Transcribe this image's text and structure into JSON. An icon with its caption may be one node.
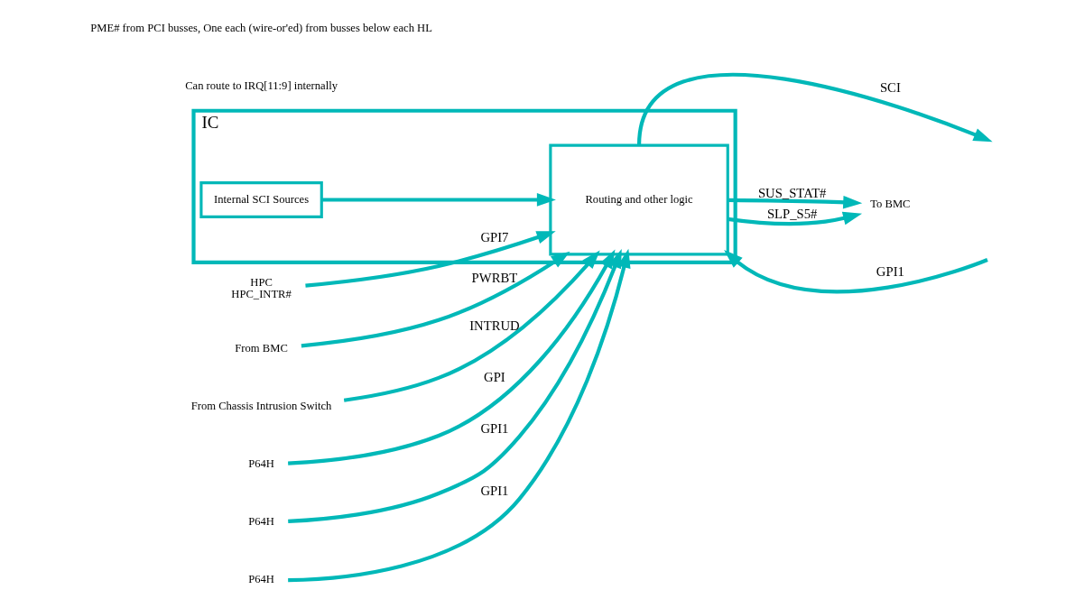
{
  "diagram": {
    "nodes": [
      {
        "text": [
          "IC"
        ]
      },
      {
        "text": [
          "Internal SCI Sources"
        ],
        "in": 0
      },
      {
        "text": [
          "Routing and other logic"
        ],
        "in": 0
      },
      {
        "text": [
          "From BMC"
        ]
      },
      {
        "text": [
          "From Chassis Intrusion Switch"
        ]
      },
      {
        "text": [
          "P64H"
        ]
      },
      {
        "text": [
          "P64H"
        ]
      },
      {
        "text": [
          "P64H"
        ]
      },
      {
        "text": [
          "HPC",
          "HPC_INTR#"
        ]
      },
      {
        "text": [
          "To BMC"
        ]
      }
    ],
    "edges": [
      {
        "from": 1,
        "to": 2,
        "arrow": "to"
      },
      {
        "from": 2,
        "to": null,
        "arrow": "to",
        "label": "SCI"
      },
      {
        "from": 2,
        "to": 9,
        "arrow": "to",
        "label": "SUS_STAT#"
      },
      {
        "from": 2,
        "to": 9,
        "arrow": "to",
        "label": "SLP_S5#"
      },
      {
        "from": null,
        "to": 2,
        "arrow": "to",
        "label": "GPI1"
      },
      {
        "from": 8,
        "to": 2,
        "arrow": "to",
        "label": "GPI7"
      },
      {
        "from": 3,
        "to": 2,
        "arrow": "to",
        "label": "PWRBT"
      },
      {
        "from": 4,
        "to": 2,
        "arrow": "to",
        "label": "INTRUD"
      },
      {
        "from": 5,
        "to": 2,
        "arrow": "to",
        "label": "GPI"
      },
      {
        "from": 6,
        "to": 2,
        "arrow": "to",
        "label": "GPI1"
      },
      {
        "from": 7,
        "to": 2,
        "arrow": "to",
        "label": "GPI1"
      }
    ],
    "labels": [
      "Can route to IRQ[11:9] internally",
      "PME# from PCI busses, One each (wire-or'ed) from busses below each HL"
    ]
  }
}
